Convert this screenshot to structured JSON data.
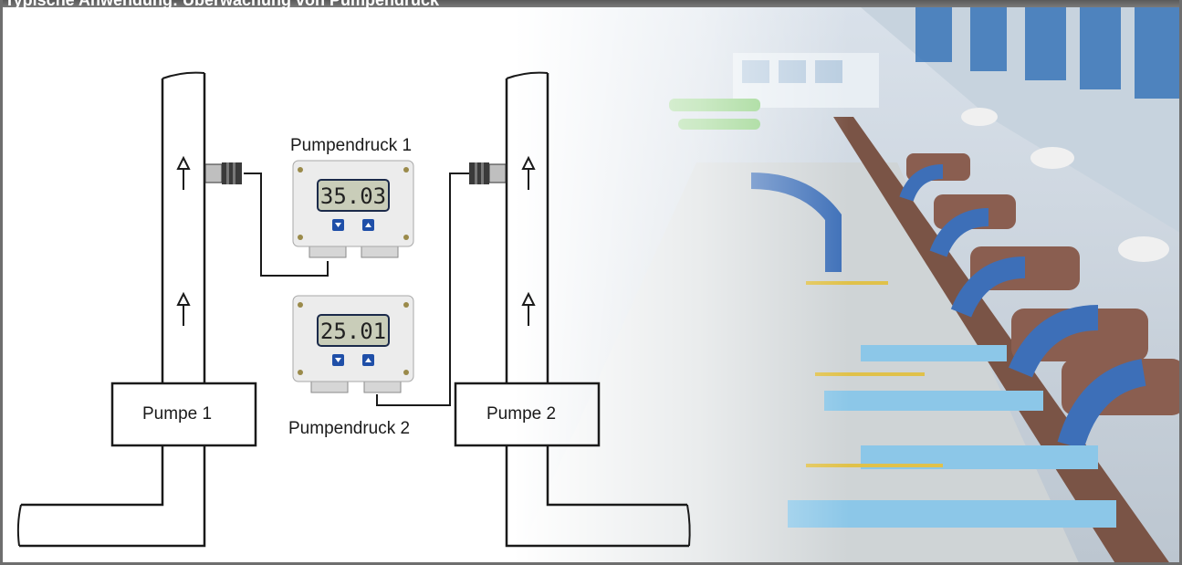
{
  "header": {
    "title": "Typische Anwendung: Überwachung von Pumpendruck"
  },
  "labels": {
    "pump1": "Pumpe 1",
    "pump2": "Pumpe 2",
    "pressure1": "Pumpendruck 1",
    "pressure2": "Pumpendruck 2"
  },
  "displays": {
    "display1": {
      "value": "35.03"
    },
    "display2": {
      "value": "25.01"
    }
  },
  "colors": {
    "lcd_background": "#c9cdb9",
    "button_blue": "#1f4fa8",
    "pipe_stroke": "#1a1a1a",
    "frame_border": "#6e6e6e"
  },
  "icons": [
    "up-arrow-icon",
    "down-triangle-icon",
    "up-triangle-icon",
    "screw-icon"
  ]
}
